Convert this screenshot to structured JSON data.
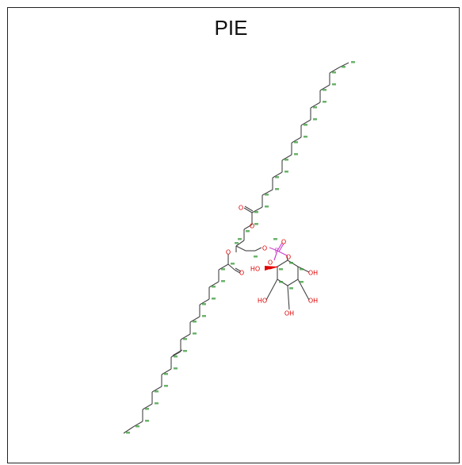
{
  "title": "PIE",
  "atoms": {
    "oxygen_symbol": "O",
    "hydroxyl_label": "HO",
    "hydroxyl_right_label": "OH",
    "phosphorus_symbol": "P"
  },
  "colors": {
    "bond": "#444444",
    "oxygen": "#e00000",
    "phosphorus": "#d040d0",
    "atom_name": "#3a9a3a"
  }
}
